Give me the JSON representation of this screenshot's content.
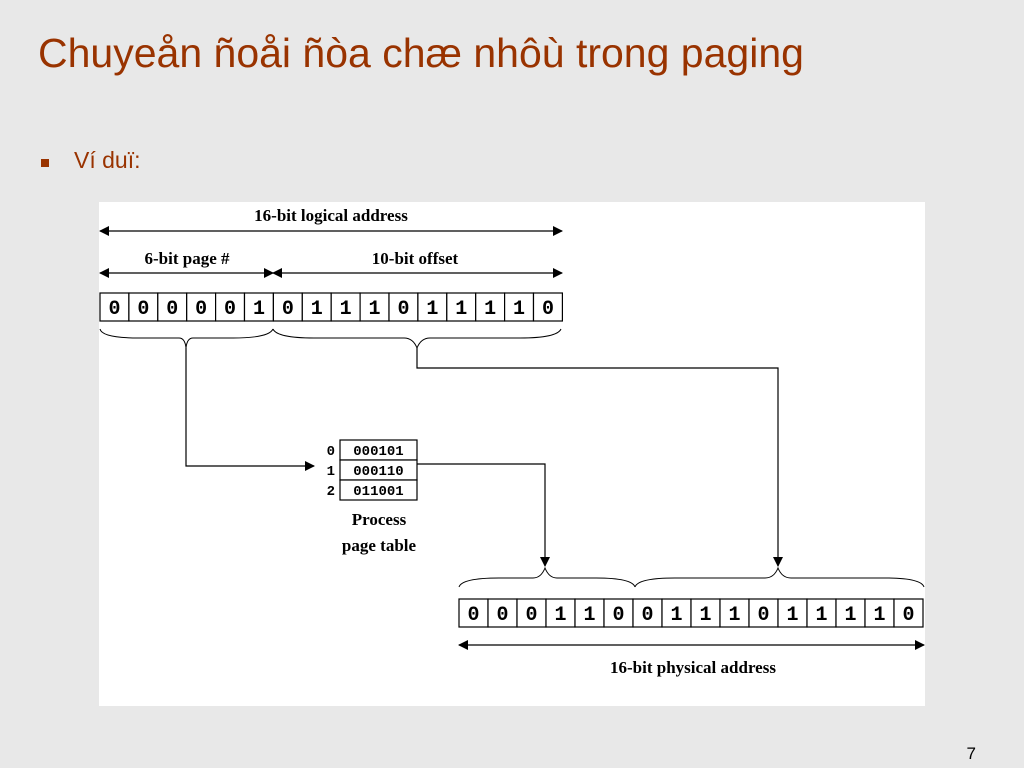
{
  "slide": {
    "title": "Chuyeån ñoåi ñòa chæ nhôù trong paging",
    "bullet": "Ví duï:",
    "number": "7"
  },
  "diagram": {
    "logical_label": "16-bit logical address",
    "page_label": "6-bit page #",
    "offset_label": "10-bit offset",
    "physical_label": "16-bit physical address",
    "table_label_line1": "Process",
    "table_label_line2": "page table",
    "logical_bits": [
      "0",
      "0",
      "0",
      "0",
      "0",
      "1",
      "0",
      "1",
      "1",
      "1",
      "0",
      "1",
      "1",
      "1",
      "1",
      "0"
    ],
    "physical_bits": [
      "0",
      "0",
      "0",
      "1",
      "1",
      "0",
      "0",
      "1",
      "1",
      "1",
      "0",
      "1",
      "1",
      "1",
      "1",
      "0"
    ],
    "page_table": [
      {
        "index": "0",
        "entry": "000101"
      },
      {
        "index": "1",
        "entry": "000110"
      },
      {
        "index": "2",
        "entry": "011001"
      }
    ]
  }
}
